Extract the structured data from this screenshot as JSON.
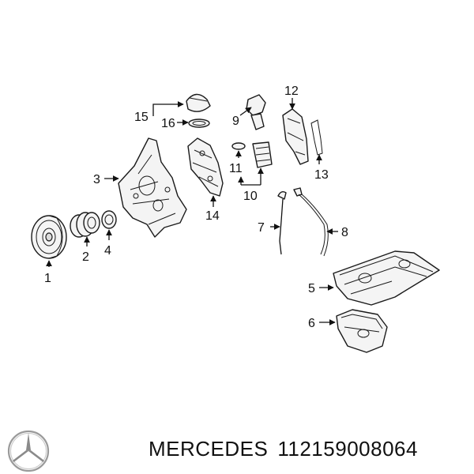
{
  "callouts": [
    "1",
    "2",
    "3",
    "4",
    "5",
    "6",
    "7",
    "8",
    "9",
    "10",
    "11",
    "12",
    "13",
    "14",
    "15",
    "16"
  ],
  "brand": {
    "name": "MERCEDES",
    "part_number": "112159008064",
    "logo": "mercedes-star-logo"
  },
  "colors": {
    "line": "#1a1a1a",
    "part_fill": "#f4f4f4",
    "background": "#ffffff"
  }
}
